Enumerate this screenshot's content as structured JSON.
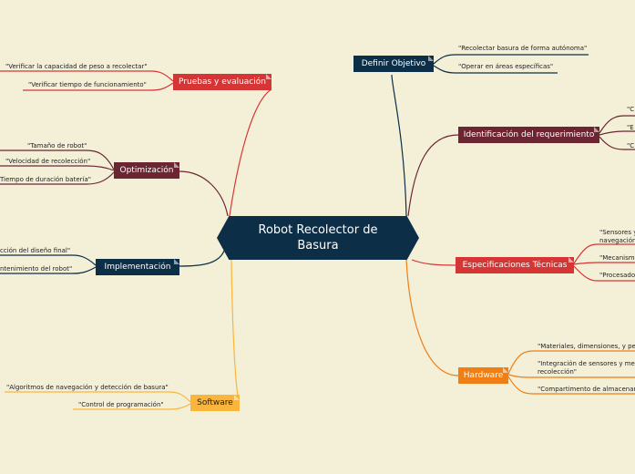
{
  "central": {
    "label": "Robot Recolector de Basura"
  },
  "branches": {
    "definir": {
      "label": "Definir Objetivo",
      "color": "#0d2e47",
      "items": [
        "\"Recolectar basura de forma autónoma\"",
        "\"Operar en áreas específicas\""
      ]
    },
    "identificacion": {
      "label": "Identificación del requerimiento",
      "color": "#6b2631",
      "items": [
        "\"C",
        "\"E",
        "\"C"
      ]
    },
    "especificaciones": {
      "label": "Especificaciones Técnicas",
      "color": "#d63535",
      "items": [
        "\"Sensores y",
        "navegación",
        "\"Mecanismo",
        "\"Procesado"
      ]
    },
    "hardware": {
      "label": "Hardware",
      "color": "#ef7e14",
      "items": [
        "\"Materiales, dimensiones, y pes",
        "\"Integración de sensores y mec",
        "recolección\"",
        "\"Compartimento de almacenam"
      ]
    },
    "pruebas": {
      "label": "Pruebas y evaluación",
      "color": "#d63535",
      "items": [
        "\"Verificar la capacidad de peso a recolectar\"",
        "\"Verificar tiempo de funcionamiento\""
      ]
    },
    "optimizacion": {
      "label": "Optimización",
      "color": "#6b2631",
      "items": [
        "\"Tamaño de robot\"",
        "\"Velocidad de recolección\"",
        "Tiempo de duración batería\""
      ]
    },
    "implementacion": {
      "label": "Implementación",
      "color": "#0d2e47",
      "items": [
        "cción del diseño final\"",
        "ntenimiento del robot\""
      ]
    },
    "software": {
      "label": "Software",
      "color": "#f9b53c",
      "items": [
        "\"Algoritmos de navegación y detección de basura\"",
        "\"Control de programación\""
      ]
    }
  }
}
